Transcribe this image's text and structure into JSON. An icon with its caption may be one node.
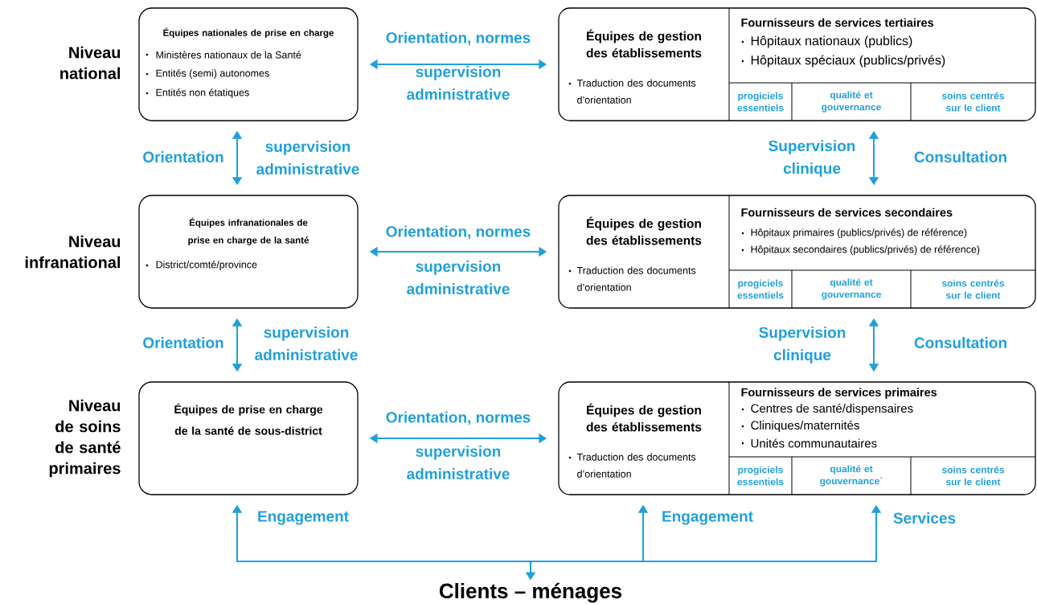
{
  "diagram": {
    "nodes": [
      {
        "text": [
          "Équipes nationales de prise en charge",
          "Ministères nationaux de la Santé",
          "Entités (semi) autonomes",
          "Entités non étatiques"
        ]
      },
      {
        "text": [],
        "shape": "box"
      },
      {
        "text": [
          "Équipes de gestion des établissements",
          "Traduction des documents d’orientation"
        ],
        "in": 1
      },
      {
        "text": [
          "Fournisseurs de services tertiaires",
          "Hôpitaux nationaux (publics)",
          "Hôpitaux spéciaux (publics/privés)"
        ],
        "in": 1
      },
      {
        "text": [
          "progiciels essentiels"
        ],
        "in": 1
      },
      {
        "text": [
          "qualité et gouvernance"
        ],
        "in": 1
      },
      {
        "text": [
          "soins centrés sur le client"
        ],
        "in": 1
      },
      {
        "text": [
          "Équipes infranationales de prise en charge de la santé",
          "District/comté/province"
        ]
      },
      {
        "text": [],
        "shape": "box"
      },
      {
        "text": [
          "Équipes de gestion des établissements",
          "Traduction des documents d’orientation"
        ],
        "in": 8
      },
      {
        "text": [
          "Fournisseurs de services secondaires",
          "Hôpitaux primaires (publics/privés) de référence)",
          "Hôpitaux secondaires (publics/privés) de référence)"
        ],
        "in": 8
      },
      {
        "text": [
          "progiciels essentiels"
        ],
        "in": 8
      },
      {
        "text": [
          "qualité et gouvernance"
        ],
        "in": 8
      },
      {
        "text": [
          "soins centrés sur le client"
        ],
        "in": 8
      },
      {
        "text": [
          "Équipes de prise en charge de la santé de sous-district"
        ]
      },
      {
        "text": [],
        "shape": "box"
      },
      {
        "text": [
          "Équipes de gestion des établissements",
          "Traduction des documents d’orientation"
        ],
        "in": 15
      },
      {
        "text": [
          "Fournisseurs de services primaires",
          "Centres de santé/dispensaires",
          "Cliniques/maternités",
          "Unités communautaires"
        ],
        "in": 15
      },
      {
        "text": [
          "progiciels essentiels"
        ],
        "in": 15
      },
      {
        "text": [
          "qualité et gouvernance`"
        ],
        "in": 15
      },
      {
        "text": [
          "soins centrés sur le client"
        ],
        "in": 15
      },
      {
        "text": [
          "Clients – ménages"
        ]
      }
    ],
    "edges": [
      {
        "from": 0,
        "to": 1,
        "arrow": "both",
        "label": "Orientation, normes"
      },
      {
        "from": 0,
        "to": 7,
        "arrow": "both",
        "label": "Orientation"
      },
      {
        "from": 1,
        "to": 8,
        "arrow": "both",
        "label": "Supervision clinique"
      },
      {
        "from": 7,
        "to": 8,
        "arrow": "both",
        "label": "Orientation, normes"
      },
      {
        "from": 7,
        "to": 14,
        "arrow": "both",
        "label": "Orientation"
      },
      {
        "from": 8,
        "to": 15,
        "arrow": "both",
        "label": "Supervision clinique"
      },
      {
        "from": 14,
        "to": 15,
        "arrow": "both",
        "label": "Orientation, normes"
      },
      {
        "from": 21,
        "to": 14,
        "arrow": "both",
        "label": "Engagement"
      },
      {
        "from": 21,
        "to": 15,
        "arrow": "both",
        "label": "Engagement"
      },
      {
        "from": 21,
        "to": 15,
        "arrow": "both",
        "label": "Services"
      }
    ],
    "labels": [
      "Niveau national",
      "supervision administrative",
      "supervision administrative",
      "Consultation",
      "Niveau infranational",
      "supervision administrative",
      "supervision administrative",
      "Consultation",
      "Niveau de soins de santé primaires",
      "supervision administrative"
    ]
  }
}
